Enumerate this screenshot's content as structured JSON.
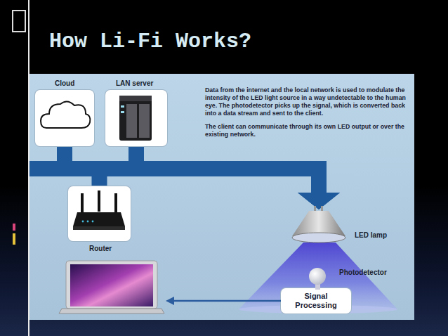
{
  "diagram": {
    "title": "How Li-Fi Works?",
    "nodes": [
      {
        "text": [
          "Cloud"
        ]
      },
      {
        "text": [
          "LAN server"
        ]
      },
      {
        "text": [
          "Router"
        ]
      },
      {
        "text": [
          "LED lamp"
        ]
      },
      {
        "text": [
          "Signal Processing"
        ]
      }
    ],
    "edges": [
      {
        "from": 0,
        "to": 3,
        "arrow": "to"
      },
      {
        "from": 1,
        "to": 3,
        "arrow": "to"
      },
      {
        "from": 2,
        "to": 3,
        "arrow": "to"
      }
    ],
    "labels": [
      "Data from the internet and the local network is used to modulate the intensity of the LED light source in a way undetectable to the human eye. The photodetector picks up the signal, which is converted back into a data stream and sent to the client.",
      "The client can communicate through its own LED output or over the existing network.",
      "Photodetector"
    ]
  }
}
